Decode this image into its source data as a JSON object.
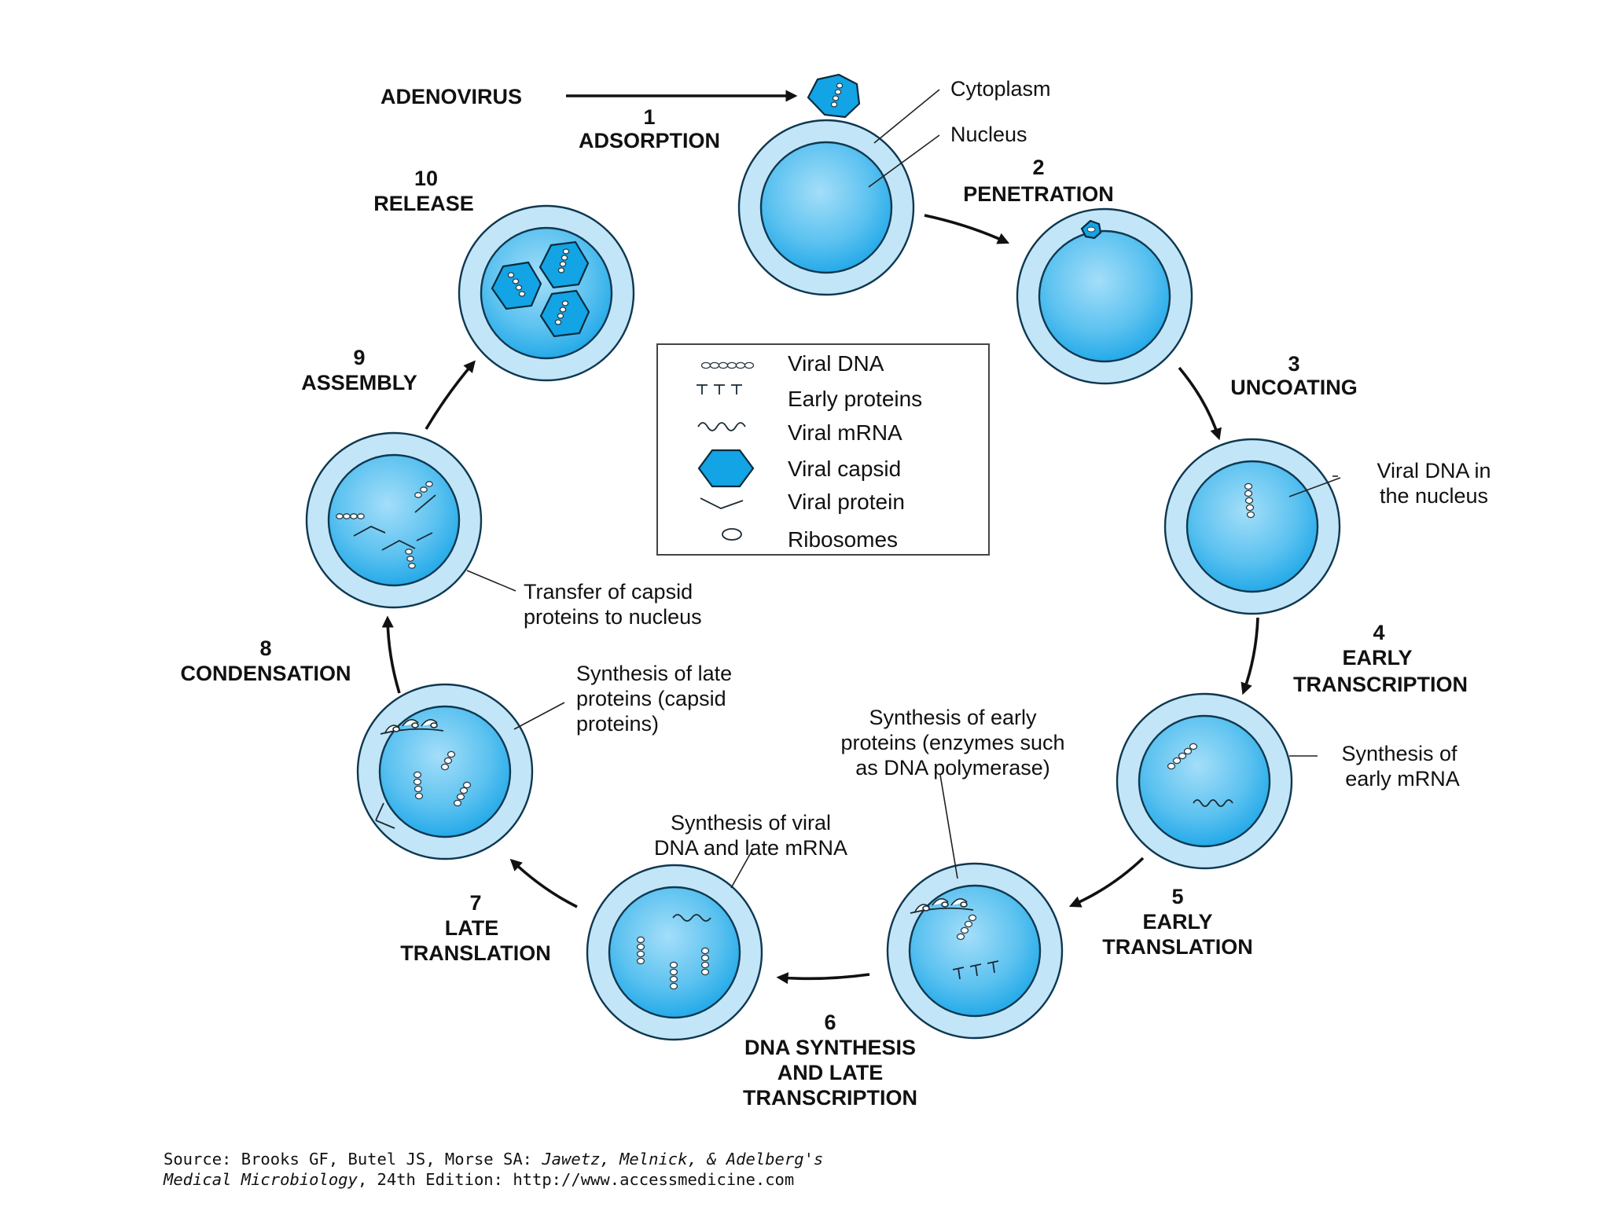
{
  "steps": {
    "adenovirus": "ADENOVIRUS",
    "s1_num": "1",
    "s1_label": "ADSORPTION",
    "s2_num": "2",
    "s2_label": "PENETRATION",
    "s3_num": "3",
    "s3_label": "UNCOATING",
    "s4_num": "4",
    "s4_line1": "EARLY",
    "s4_line2": "TRANSCRIPTION",
    "s5_num": "5",
    "s5_line1": "EARLY",
    "s5_line2": "TRANSLATION",
    "s6_num": "6",
    "s6_line1": "DNA SYNTHESIS",
    "s6_line2": "AND LATE",
    "s6_line3": "TRANSCRIPTION",
    "s7_num": "7",
    "s7_line1": "LATE",
    "s7_line2": "TRANSLATION",
    "s8_num": "8",
    "s8_label": "CONDENSATION",
    "s9_num": "9",
    "s9_label": "ASSEMBLY",
    "s10_num": "10",
    "s10_label": "RELEASE"
  },
  "notes": {
    "cytoplasm": "Cytoplasm",
    "nucleus": "Nucleus",
    "viral_dna_nucleus_1": "Viral DNA in",
    "viral_dna_nucleus_2": "the nucleus",
    "early_mrna_1": "Synthesis of",
    "early_mrna_2": "early mRNA",
    "early_proteins_1": "Synthesis of early",
    "early_proteins_2": "proteins (enzymes such",
    "early_proteins_3": "as DNA polymerase)",
    "viral_dna_1": "Synthesis of viral",
    "viral_dna_2": "DNA and late mRNA",
    "late_proteins_1": "Synthesis of late",
    "late_proteins_2": "proteins (capsid",
    "late_proteins_3": "proteins)",
    "transfer_1": "Transfer of capsid",
    "transfer_2": "proteins to nucleus"
  },
  "legend": {
    "viral_dna": "Viral DNA",
    "early_proteins": "Early proteins",
    "viral_mrna": "Viral mRNA",
    "viral_capsid": "Viral capsid",
    "viral_protein": "Viral protein",
    "ribosomes": "Ribosomes"
  },
  "source": {
    "line1_prefix": "Source: Brooks GF, Butel JS, Morse SA: ",
    "line1_title": "Jawetz, Melnick, & Adelberg's",
    "line2_title": "Medical Microbiology",
    "line2_suffix": ", 24th Edition: http://www.accessmedicine.com"
  },
  "colors": {
    "cytoplasm": "#c2e5f8",
    "nucleus_light": "#8fd6f8",
    "nucleus_dark": "#1ea7e8",
    "capsid": "#12a4e4",
    "outline": "#0f3850"
  },
  "icons": [
    "viral-dna-icon",
    "early-protein-icon",
    "viral-mrna-icon",
    "viral-capsid-icon",
    "viral-protein-icon",
    "ribosome-icon"
  ]
}
